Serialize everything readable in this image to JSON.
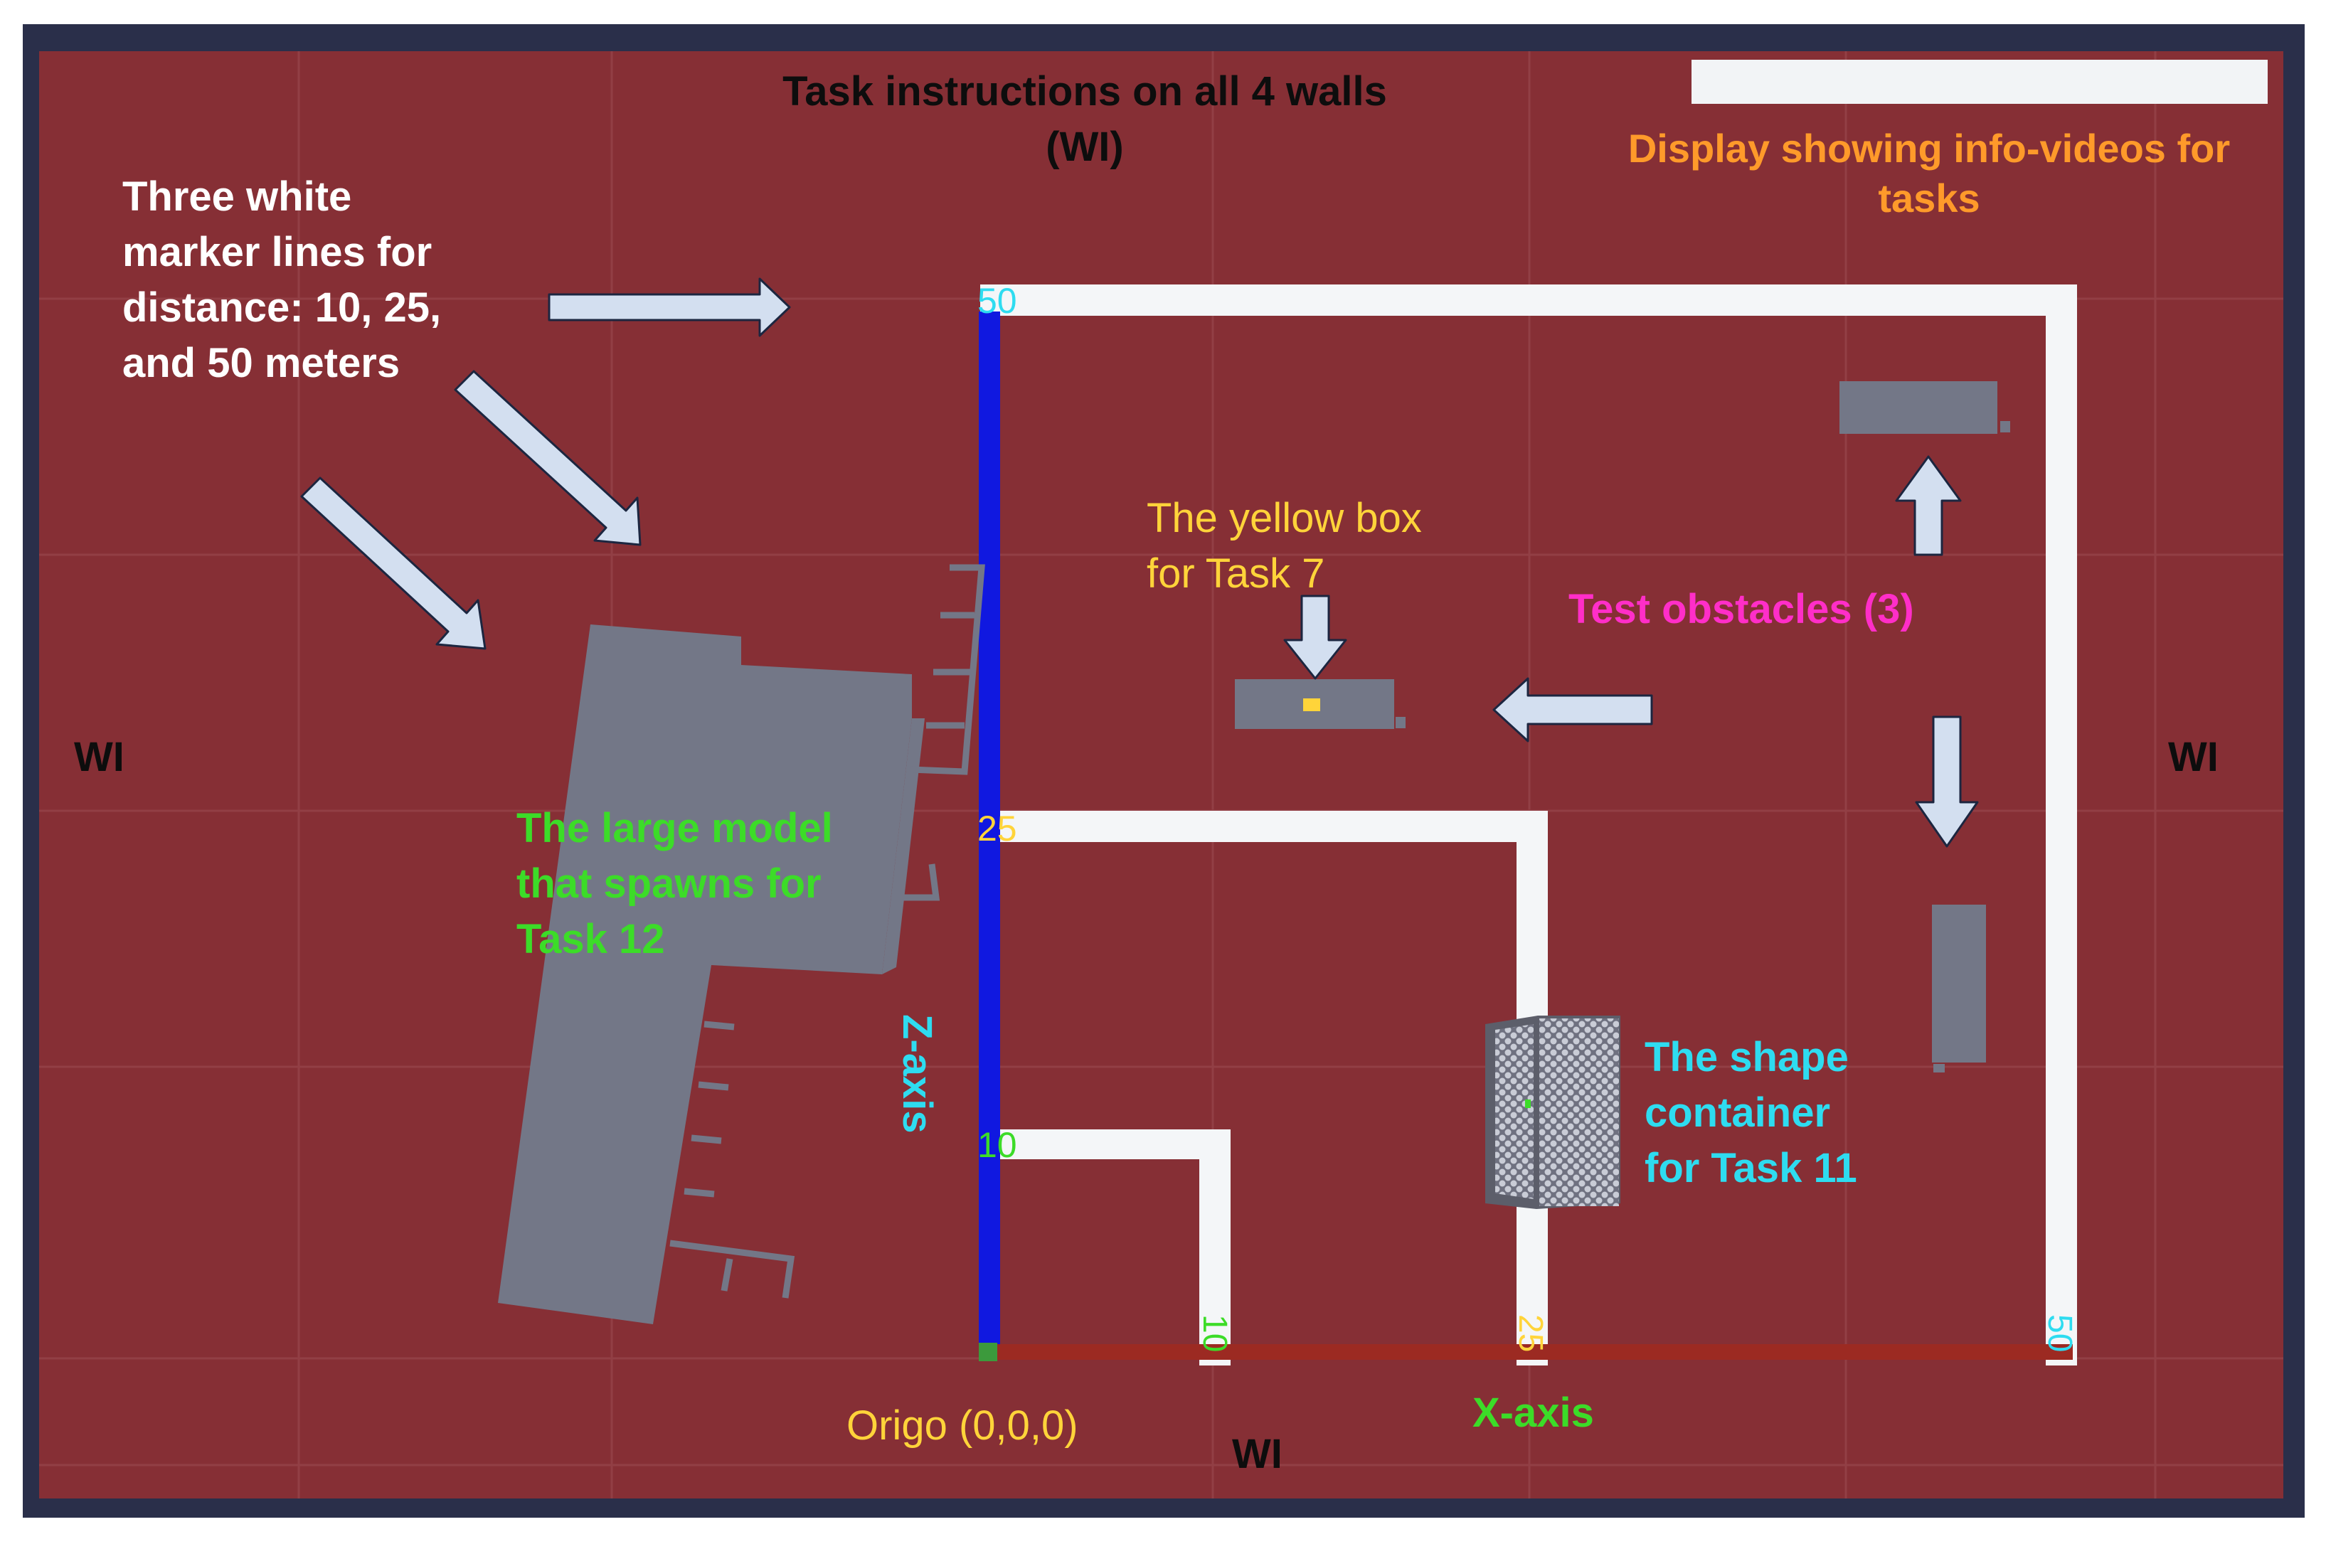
{
  "colors": {
    "floor": "#862f35",
    "frame": "#2a2f4a",
    "grid": "#9a4a4f",
    "marker": "#f4f6f8",
    "z_axis": "#1018e0",
    "x_axis": "#9c2a22",
    "gray_object": "#737787",
    "arrow_fill": "#d3dff0",
    "arrow_stroke": "#1c2640",
    "black_text": "#0d0d0d",
    "white_text": "#ffffff",
    "orange_text": "#ff9a2a",
    "yellow_text": "#ffd43a",
    "magenta_text": "#ff2ec8",
    "green_text": "#3cdc28",
    "cyan_text": "#2edcf0",
    "display_panel": "#f2f4f6"
  },
  "labels": {
    "task_instructions_line1": "Task instructions on all 4 walls",
    "task_instructions_line2": "(WI)",
    "display_line1": "Display showing info-videos for",
    "display_line2": "tasks",
    "markers_line1": "Three white",
    "markers_line2": "marker lines for",
    "markers_line3": "distance: 10, 25,",
    "markers_line4": "and 50 meters",
    "yellow_box_line1": "The yellow box",
    "yellow_box_line2": "for Task 7",
    "test_obstacles": "Test obstacles (3)",
    "large_model_line1": "The large model",
    "large_model_line2": "that spawns for",
    "large_model_line3": "Task 12",
    "shape_container_line1": "The shape",
    "shape_container_line2": "container",
    "shape_container_line3": "for Task 11",
    "wall_left": "WI",
    "wall_right": "WI",
    "wall_bottom": "WI",
    "z_axis": "Z-axis",
    "x_axis": "X-axis",
    "origo": "Origo (0,0,0)"
  },
  "marker_numbers": {
    "z_50": "50",
    "z_25": "25",
    "z_10": "10",
    "x_10": "10",
    "x_25": "25",
    "x_50": "50"
  }
}
